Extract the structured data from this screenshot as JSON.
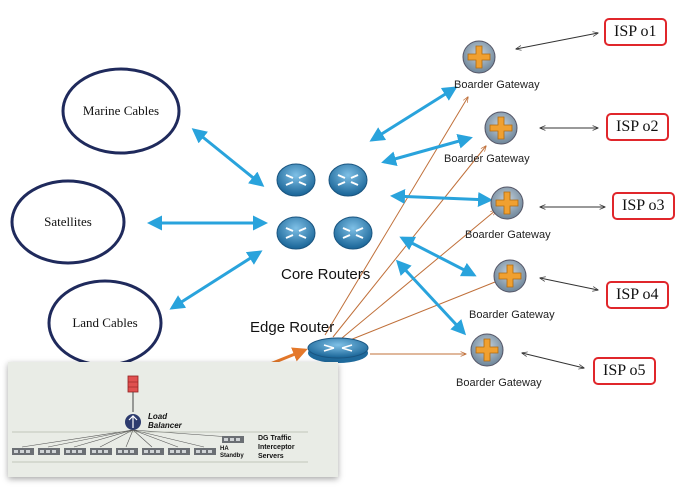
{
  "nodes": {
    "marine_cables": "Marine Cables",
    "satellites": "Satellites",
    "land_cables": "Land Cables",
    "core_routers": "Core Routers",
    "edge_router": "Edge Router",
    "load_balancer_line1": "Load",
    "load_balancer_line2": "Balancer",
    "ha_line1": "HA",
    "ha_line2": "Standby",
    "dg_line1": "DG Traffic",
    "dg_line2": "Interceptor",
    "dg_line3": "Servers"
  },
  "gateways": [
    {
      "label": "Boarder Gateway",
      "isp": "ISP o1"
    },
    {
      "label": "Boarder Gateway",
      "isp": "ISP o2"
    },
    {
      "label": "Boarder Gateway",
      "isp": "ISP o3"
    },
    {
      "label": "Boarder Gateway",
      "isp": "ISP o4"
    },
    {
      "label": "Boarder Gateway",
      "isp": "ISP o5"
    }
  ],
  "colors": {
    "blue_arrow": "#29a3dc",
    "orange_arrow": "#e4782a",
    "thin_brown": "#c0703a",
    "ellipse_border": "#1f2a5c",
    "isp_border": "#e0262b",
    "router_blue": "#2f7fb5",
    "gateway_orange": "#f0a030"
  },
  "icons": {
    "core_router": "router-icon",
    "edge_router": "edge-router-icon",
    "gateway": "border-gateway-icon",
    "load_balancer": "load-balancer-icon",
    "firewall": "firewall-icon",
    "server": "server-rack-icon"
  }
}
